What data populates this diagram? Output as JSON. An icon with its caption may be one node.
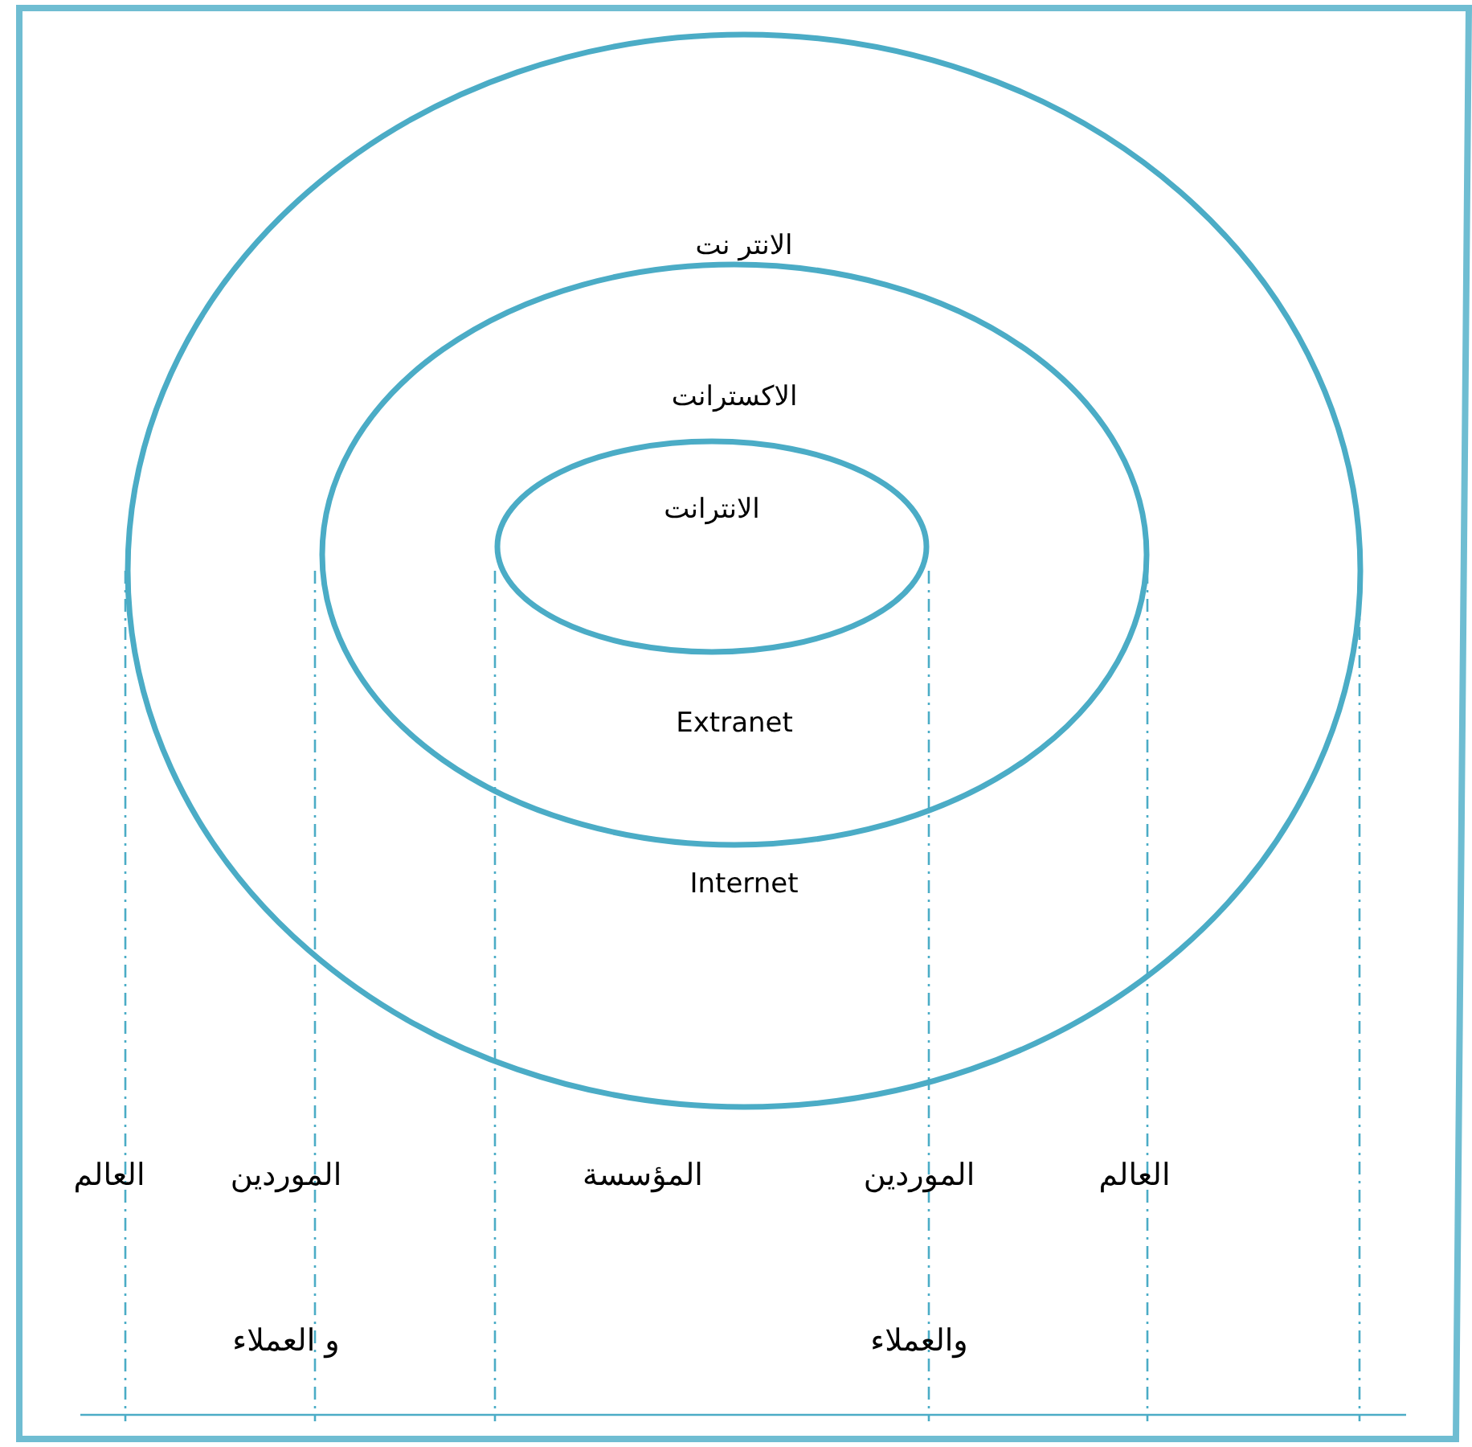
{
  "diagram": {
    "nodes": [
      {
        "text": [
          "الانتر نت",
          "Internet"
        ]
      },
      {
        "text": [
          "الاكسترانت",
          "Extranet"
        ],
        "in": 0
      },
      {
        "text": [
          "الانترانت"
        ],
        "in": 1
      }
    ],
    "labels": [
      "العالم",
      "الموردين و العملاء",
      "المؤسسة",
      "الموردين والعملاء",
      "العالم"
    ]
  }
}
